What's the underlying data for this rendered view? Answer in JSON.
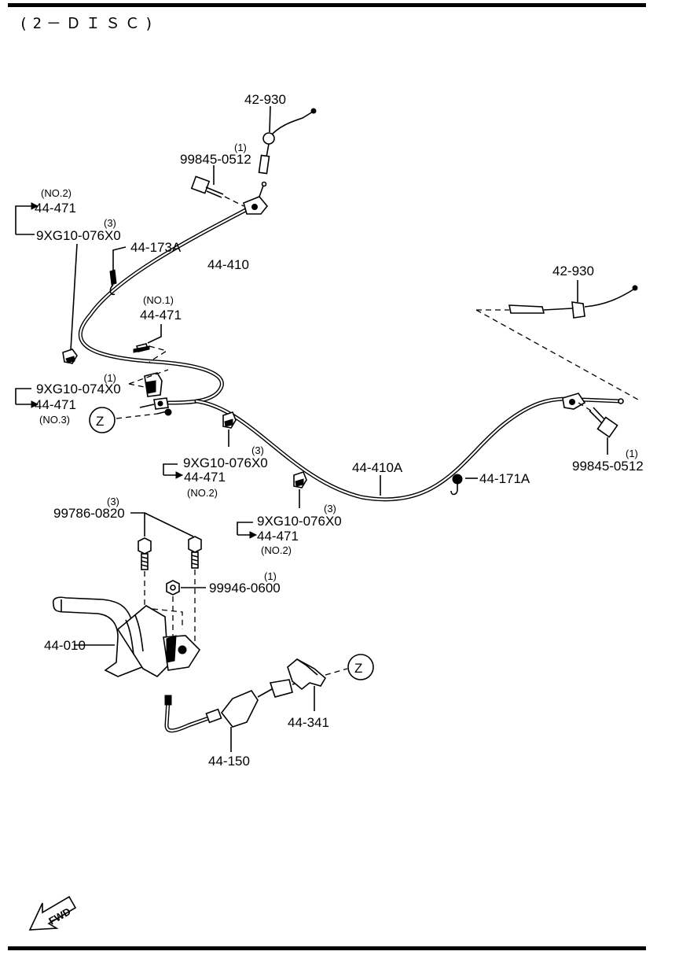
{
  "header": {
    "title": "(2－ＤＩＳＣ)"
  },
  "fwd_label": "FWD",
  "callouts": {
    "c42930_top": "42-930",
    "c99845_top_qty": "(1)",
    "c99845_top": "99845-0512",
    "c_no2_a": "(NO.2)",
    "c44471_a": "44-471",
    "c_qty3_a": "(3)",
    "c9xg076_a": "9XG10-076X0",
    "c44173a": "44-173A",
    "c44410": "44-410",
    "c_no1": "(NO.1)",
    "c44471_b": "44-471",
    "c_qty1_b": "(1)",
    "c9xg074": "9XG10-074X0",
    "c44471_c": "44-471",
    "c_no3": "(NO.3)",
    "z_left": "Z",
    "c_qty3_d": "(3)",
    "c9xg076_d": "9XG10-076X0",
    "c44471_d": "44-471",
    "c_no2_d": "(NO.2)",
    "c44410a": "44-410A",
    "c44171a": "44-171A",
    "c_qty3_e": "(3)",
    "c9xg076_e": "9XG10-076X0",
    "c44471_e": "44-471",
    "c_no2_e": "(NO.2)",
    "c42930_right": "42-930",
    "c99845_right_qty": "(1)",
    "c99845_right": "99845-0512",
    "c_qty3_bolt": "(3)",
    "c99786": "99786-0820",
    "c_qty1_nut": "(1)",
    "c99946": "99946-0600",
    "c44010": "44-010",
    "z_right": "Z",
    "c44341": "44-341",
    "c44150": "44-150"
  }
}
